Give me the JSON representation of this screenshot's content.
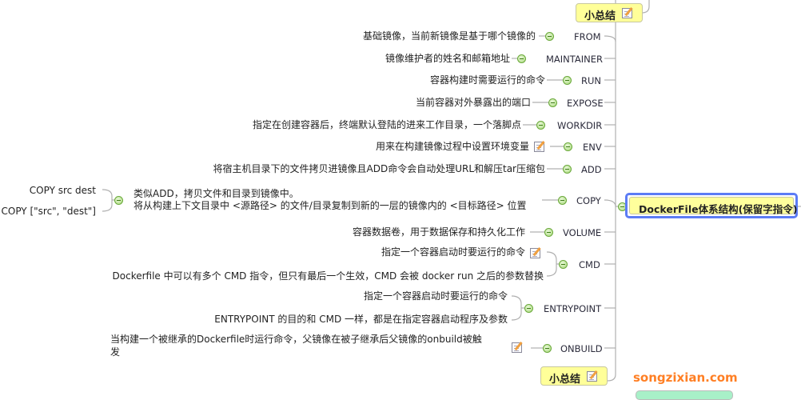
{
  "root": {
    "label": "DockerFile体系结构(保留字指令)"
  },
  "summaries": {
    "top": "小总结",
    "bottom": "小总结"
  },
  "watermark": "songzixian.com",
  "nodes": {
    "from": {
      "keyword": "FROM",
      "desc": "基础镜像，当前新镜像是基于哪个镜像的"
    },
    "maintainer": {
      "keyword": "MAINTAINER",
      "desc": "镜像维护者的姓名和邮箱地址"
    },
    "run": {
      "keyword": "RUN",
      "desc": "容器构建时需要运行的命令"
    },
    "expose": {
      "keyword": "EXPOSE",
      "desc": "当前容器对外暴露出的端口"
    },
    "workdir": {
      "keyword": "WORKDIR",
      "desc": "指定在创建容器后，终端默认登陆的进来工作目录，一个落脚点"
    },
    "env": {
      "keyword": "ENV",
      "desc": "用来在构建镜像过程中设置环境变量"
    },
    "add": {
      "keyword": "ADD",
      "desc": "将宿主机目录下的文件拷贝进镜像且ADD命令会自动处理URL和解压tar压缩包"
    },
    "copy": {
      "keyword": "COPY",
      "desc_line1": "类似ADD，拷贝文件和目录到镜像中。",
      "desc_line2": "将从构建上下文目录中 <源路径> 的文件/目录复制到新的一层的镜像内的 <目标路径> 位置",
      "examples": [
        "COPY src dest",
        "COPY [\"src\", \"dest\"]"
      ]
    },
    "volume": {
      "keyword": "VOLUME",
      "desc": "容器数据卷，用于数据保存和持久化工作"
    },
    "cmd": {
      "keyword": "CMD",
      "details": [
        "指定一个容器启动时要运行的命令",
        "Dockerfile 中可以有多个 CMD 指令，但只有最后一个生效，CMD 会被 docker run 之后的参数替换"
      ]
    },
    "entrypoint": {
      "keyword": "ENTRYPOINT",
      "details": [
        "指定一个容器启动时要运行的命令",
        "ENTRYPOINT 的目的和 CMD 一样，都是在指定容器启动程序及参数"
      ]
    },
    "onbuild": {
      "keyword": "ONBUILD",
      "desc_line1": "当构建一个被继承的Dockerfile时运行命令，父镜像在被子继承后父镜像的onbuild被触",
      "desc_line2": "发"
    }
  }
}
